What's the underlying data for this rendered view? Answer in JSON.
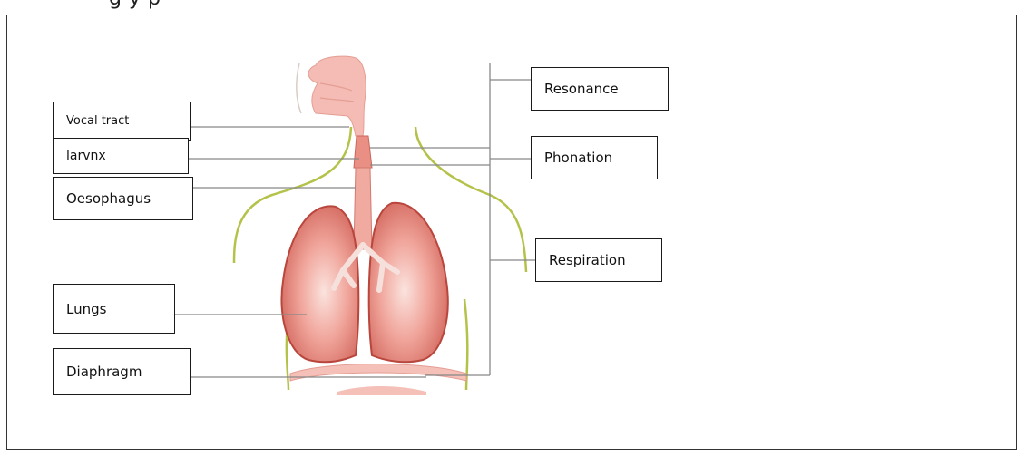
{
  "top_text": "g                                          y                                  p",
  "left_labels": {
    "vocal_tract": "Vocal tract",
    "larynx": "larvnx",
    "oesophagus": "Oesophagus",
    "lungs": "Lungs",
    "diaphragm": "Diaphragm"
  },
  "right_labels": {
    "resonance": "Resonance",
    "phonation": "Phonation",
    "respiration": "Respiration"
  },
  "colors": {
    "lung": "#e06a60",
    "lung_light": "#f7d0c8",
    "lung_edge": "#b9463c",
    "trachea": "#e98a80",
    "body_outline": "#b5c24a",
    "leader": "#888888"
  }
}
